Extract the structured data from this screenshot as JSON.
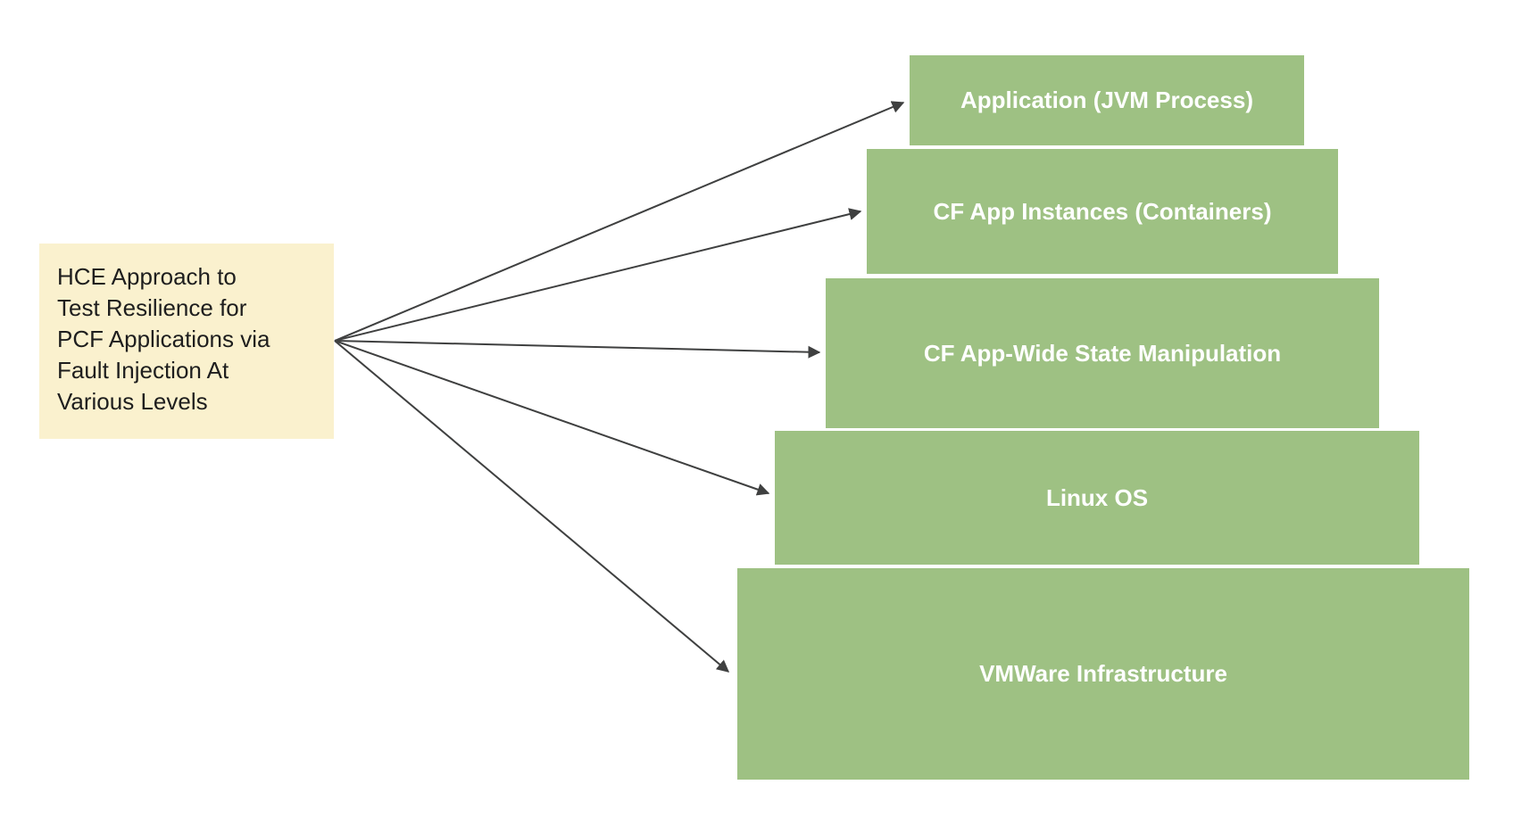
{
  "note": {
    "text": "HCE Approach to\nTest Resilience for\nPCF Applications via\nFault Injection At\nVarious Levels"
  },
  "levels": [
    {
      "label": "Application (JVM Process)"
    },
    {
      "label": "CF App Instances (Containers)"
    },
    {
      "label": "CF App-Wide State Manipulation"
    },
    {
      "label": "Linux OS"
    },
    {
      "label": "VMWare Infrastructure"
    }
  ],
  "colors": {
    "canvas_bg": "#FFFFFF",
    "note_bg": "#FAF1CE",
    "note_text": "#1E1E1E",
    "level_bg": "#9EC183",
    "level_text": "#FFFFFF",
    "arrow": "#3F4040"
  }
}
